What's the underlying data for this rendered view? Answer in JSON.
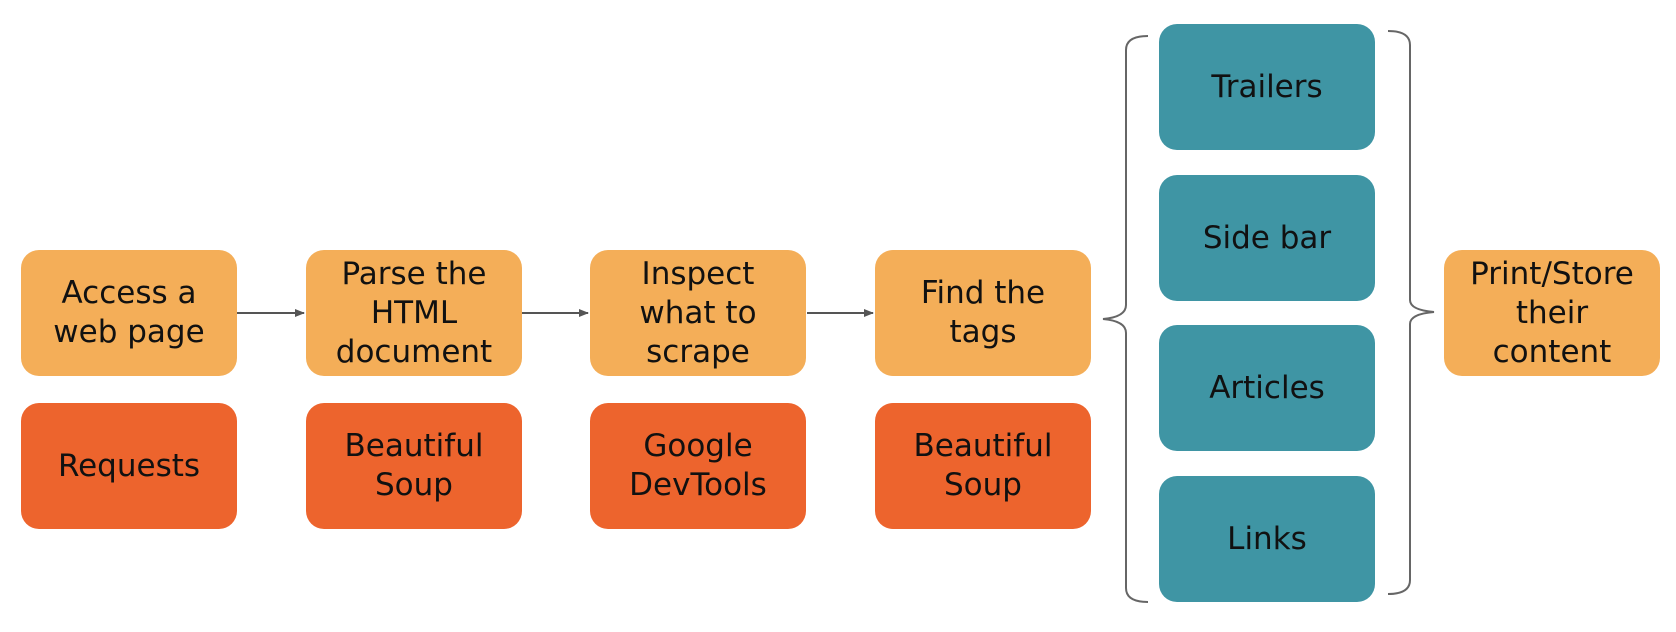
{
  "steps": [
    {
      "label": "Access a\nweb page"
    },
    {
      "label": "Parse the\nHTML\ndocument"
    },
    {
      "label": "Inspect\nwhat to\nscrape"
    },
    {
      "label": "Find the\ntags"
    },
    {
      "label": "Print/Store\ntheir\ncontent"
    }
  ],
  "tools": [
    {
      "label": "Requests"
    },
    {
      "label": "Beautiful\nSoup"
    },
    {
      "label": "Google\nDevTools"
    },
    {
      "label": "Beautiful\nSoup"
    }
  ],
  "tags": [
    {
      "label": "Trailers"
    },
    {
      "label": "Side bar"
    },
    {
      "label": "Articles"
    },
    {
      "label": "Links"
    }
  ],
  "colors": {
    "step": "#f4ae58",
    "tool": "#ed642d",
    "tag": "#3f95a4",
    "connector": "#555555"
  }
}
